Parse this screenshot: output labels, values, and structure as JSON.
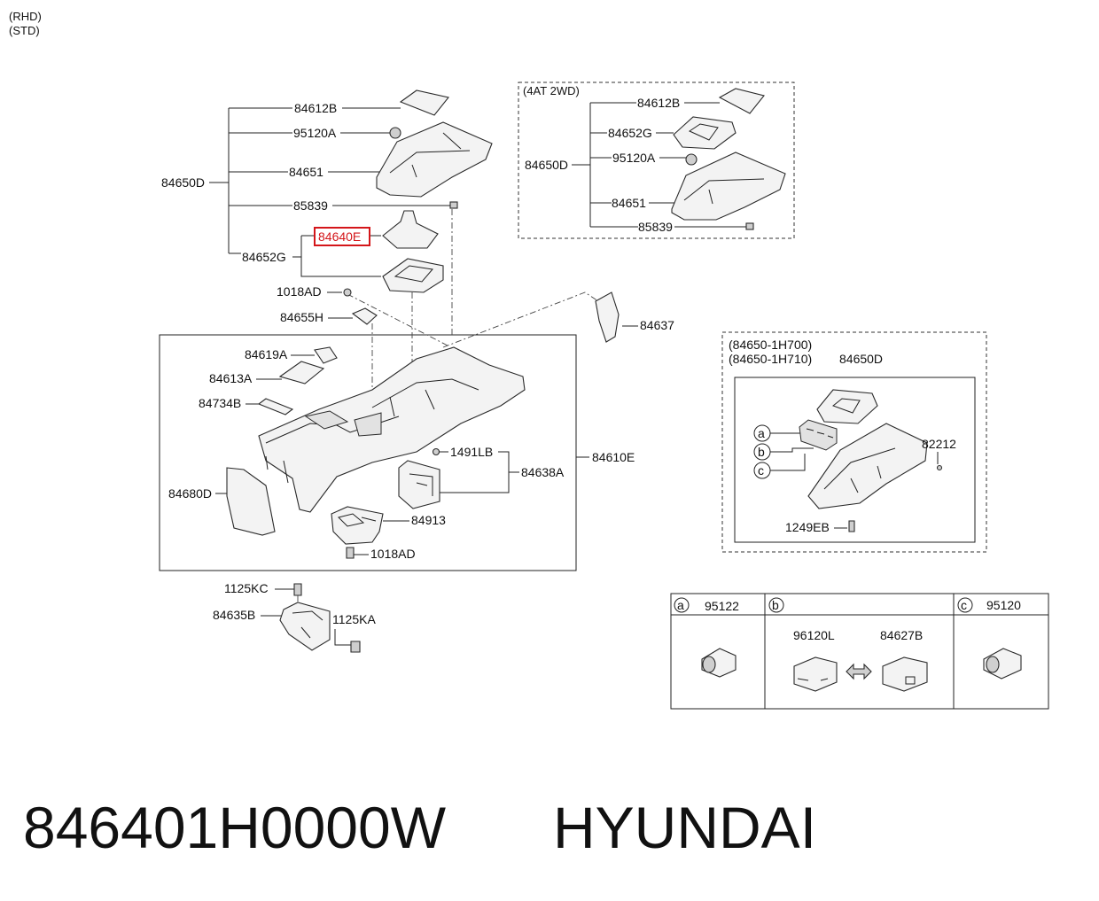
{
  "header": {
    "line1": "(RHD)",
    "line2": "(STD)"
  },
  "main_group": {
    "assembly": "84650D",
    "items": [
      "84612B",
      "95120A",
      "84651",
      "85839",
      "84640E",
      "84652G"
    ],
    "highlighted": "84640E"
  },
  "lower_parts": {
    "bolt_top": "1018AD",
    "bracket_h": "84655H",
    "bracket_right": "84637",
    "console_assembly": "84610E",
    "items": [
      "84619A",
      "84613A",
      "84734B",
      "84680D",
      "1491LB",
      "84638A",
      "84913",
      "1018AD"
    ],
    "below": [
      "1125KC",
      "84635B",
      "1125KA"
    ]
  },
  "inset_4at": {
    "title": "(4AT 2WD)",
    "assembly": "84650D",
    "items": [
      "84612B",
      "84652G",
      "95120A",
      "84651",
      "85839"
    ]
  },
  "inset_h700": {
    "title1": "(84650-1H700)",
    "title2": "(84650-1H710)",
    "assembly": "84650D",
    "callouts": [
      "a",
      "b",
      "c"
    ],
    "right": "82212",
    "bottom": "1249EB"
  },
  "legend": {
    "a": {
      "key": "a",
      "part": "95122"
    },
    "b": {
      "key": "b",
      "left": "96120L",
      "right": "84627B"
    },
    "c": {
      "key": "c",
      "part": "95120"
    }
  },
  "footer": {
    "part_number": "846401H0000W",
    "brand": "HYUNDAI"
  },
  "colors": {
    "highlight": "#d4161a",
    "line": "#222222"
  }
}
